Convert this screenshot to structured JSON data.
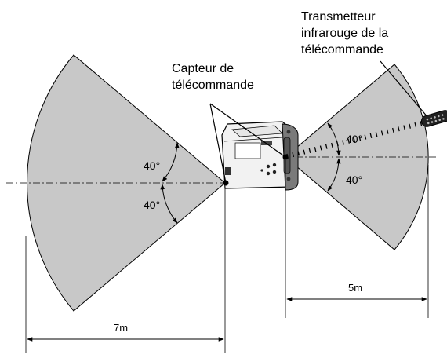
{
  "labels": {
    "sensor_line1": "Capteur de",
    "sensor_line2": "télécommande",
    "transmitter_line1": "Transmetteur",
    "transmitter_line2": "infrarouge de la",
    "transmitter_line3": "télécommande"
  },
  "angles": {
    "front_upper": "40°",
    "front_lower": "40°",
    "rear_upper": "40°",
    "rear_lower": "40°"
  },
  "distances": {
    "front": "7m",
    "rear": "5m"
  },
  "colors": {
    "sector_fill": "#c8c8c8",
    "stroke": "#000000"
  }
}
